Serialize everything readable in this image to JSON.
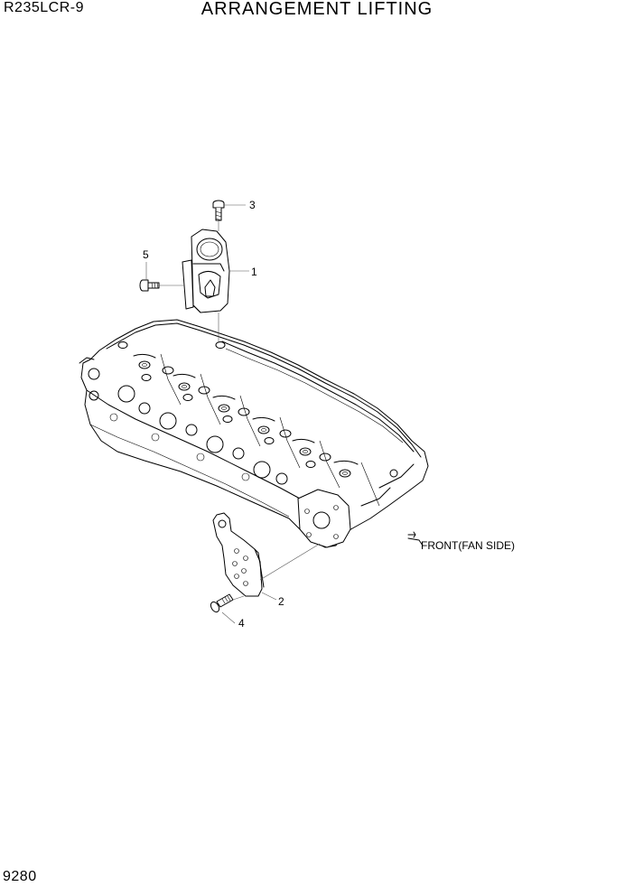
{
  "header": {
    "model": "R235LCR-9",
    "title": "ARRANGEMENT LIFTING"
  },
  "footer": {
    "page_number": "9280"
  },
  "callouts": {
    "c1": "1",
    "c2": "2",
    "c3": "3",
    "c4": "4",
    "c5": "5"
  },
  "direction_label": "FRONT(FAN SIDE)"
}
